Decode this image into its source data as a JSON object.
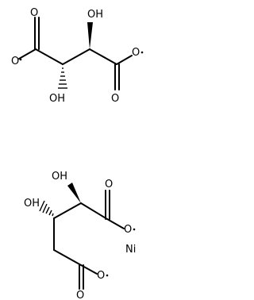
{
  "molecules": [
    {
      "labels": {
        "o_upper_left": "O",
        "oh_upper": "OH",
        "o_upper_right": "O",
        "o_lower_left": "O",
        "oh_lower": "OH",
        "o_lower_right": "O"
      }
    },
    {
      "labels": {
        "oh_upper": "OH",
        "o_upper": "O",
        "oh_lower": "OH",
        "o_lower": "O"
      }
    }
  ],
  "counterions": [
    {
      "symbol": "Ni"
    }
  ]
}
